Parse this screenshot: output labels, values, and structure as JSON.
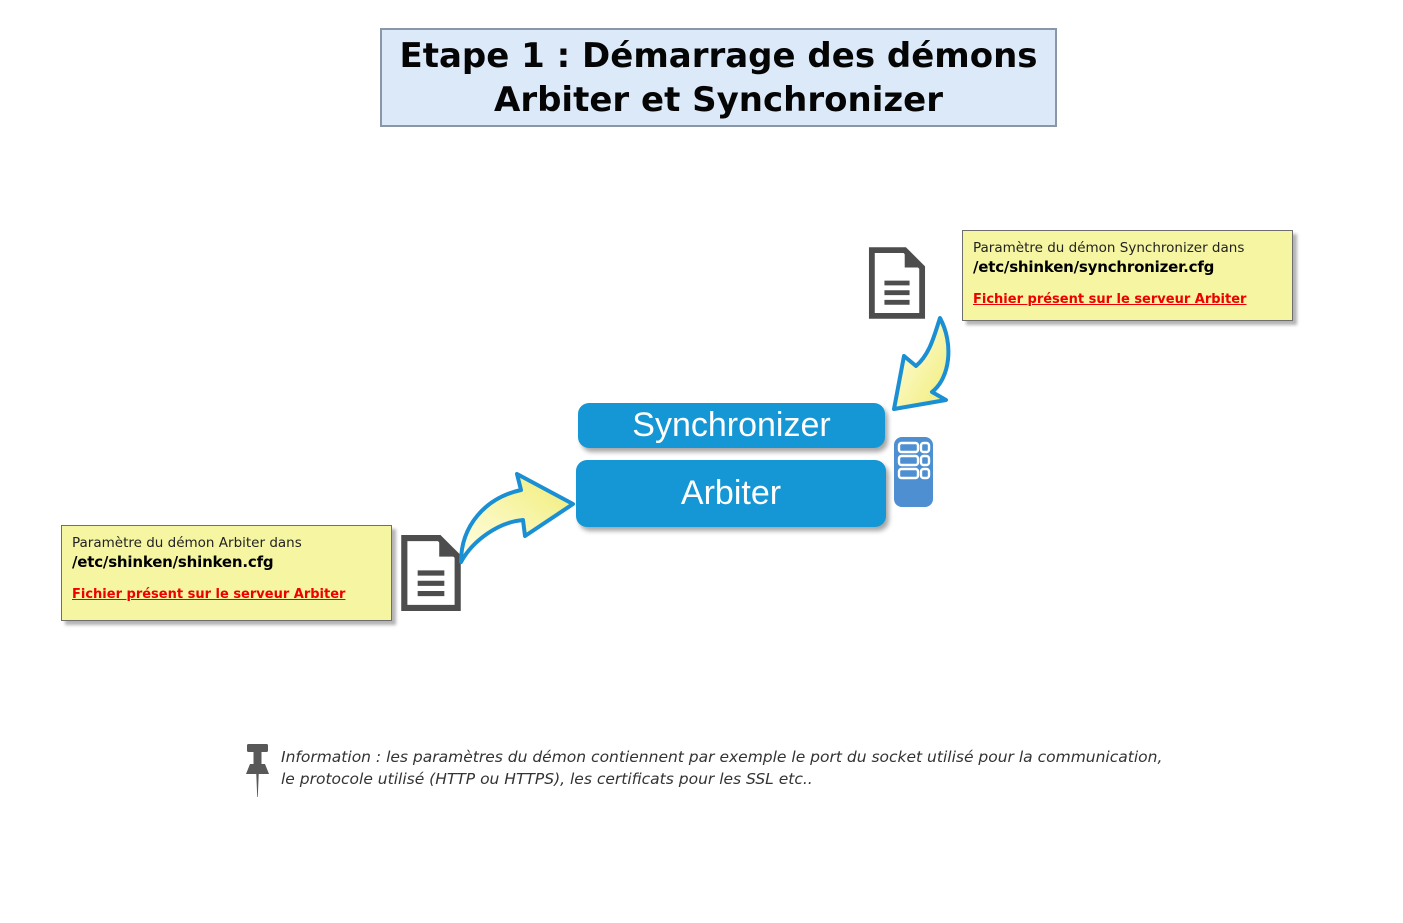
{
  "title": {
    "line1": "Etape 1 : Démarrage des démons",
    "line2": "Arbiter et Synchronizer"
  },
  "notes": {
    "synchronizer": {
      "intro": "Paramètre du démon Synchronizer dans",
      "path": "/etc/shinken/synchronizer.cfg",
      "link": "Fichier présent sur le serveur Arbiter"
    },
    "arbiter": {
      "intro": "Paramètre du démon Arbiter dans",
      "path": "/etc/shinken/shinken.cfg",
      "link": "Fichier présent sur le serveur Arbiter"
    }
  },
  "daemons": {
    "synchronizer_label": "Synchronizer",
    "arbiter_label": "Arbiter"
  },
  "info": {
    "line1": "Information : les paramètres du démon contiennent par exemple le port du socket utilisé pour la communication,",
    "line2": "le protocole utilisé (HTTP ou HTTPS), les certificats pour les SSL etc.."
  },
  "icons": {
    "top_document": "document-icon",
    "left_document": "document-icon",
    "server": "server-icon",
    "pushpin": "pushpin-icon",
    "arrow_from_synchronizer_cfg": "curved-arrow-down-icon",
    "arrow_from_shinken_cfg": "curved-arrow-right-icon"
  },
  "colors": {
    "title_background": "#dce9f8",
    "note_background": "#f5f5a2",
    "daemon_blue": "#1697d5",
    "server_blue": "#4d8fd1",
    "link_red": "#ee0000",
    "arrow_stroke_blue": "#1b8fd4",
    "arrow_fill_yellow": "#f6f282",
    "icon_gray": "#4d4d4d"
  }
}
